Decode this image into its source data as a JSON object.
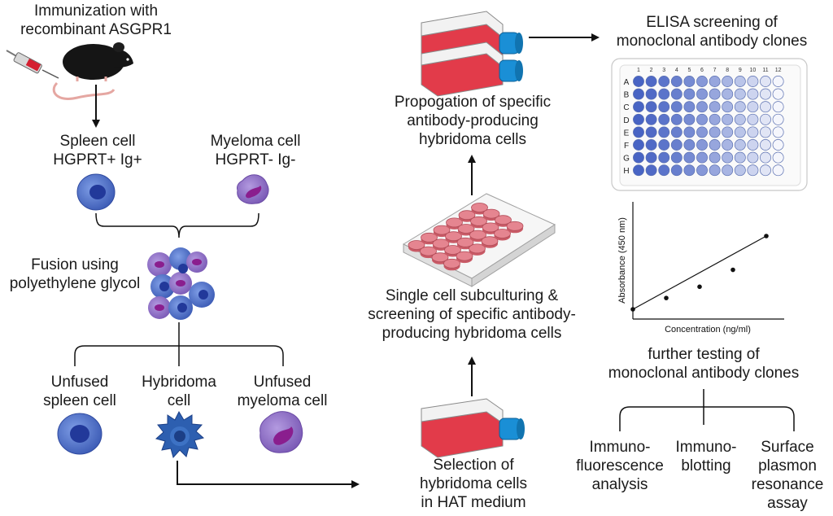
{
  "immunization": {
    "line1": "Immunization with",
    "line2": "recombinant ASGPR1"
  },
  "spleen": {
    "line1": "Spleen cell",
    "line2": "HGPRT+ Ig+"
  },
  "myeloma": {
    "line1": "Myeloma cell",
    "line2": "HGPRT- Ig-"
  },
  "fusion": {
    "line1": "Fusion using",
    "line2": "polyethylene glycol"
  },
  "outcomes": {
    "unfused_spleen": {
      "line1": "Unfused",
      "line2": "spleen cell"
    },
    "hybridoma": {
      "line1": "Hybridoma",
      "line2": "cell"
    },
    "unfused_myeloma": {
      "line1": "Unfused",
      "line2": "myeloma cell"
    }
  },
  "selection": {
    "line1": "Selection of",
    "line2": "hybridoma cells",
    "line3": "in HAT medium"
  },
  "subculturing": {
    "line1": "Single cell subculturing &",
    "line2": "screening of specific antibody-",
    "line3": "producing hybridoma cells"
  },
  "propagation": {
    "line1": "Propogation of specific",
    "line2": "antibody-producing",
    "line3": "hybridoma cells"
  },
  "elisa": {
    "line1": "ELISA screening of",
    "line2": "monoclonal antibody clones"
  },
  "plate": {
    "columns": [
      "1",
      "2",
      "3",
      "4",
      "5",
      "6",
      "7",
      "8",
      "9",
      "10",
      "11",
      "12"
    ],
    "rows": [
      "A",
      "B",
      "C",
      "D",
      "E",
      "F",
      "G",
      "H"
    ]
  },
  "chart_data": {
    "type": "scatter",
    "title": "",
    "xlabel": "Concentration (ng/ml)",
    "ylabel": "Absorbance (450 nm)",
    "x": [
      0,
      1,
      2,
      3,
      4
    ],
    "y": [
      0.0,
      0.6,
      1.2,
      2.1,
      3.9
    ],
    "trendline": true,
    "grid": false
  },
  "further": {
    "line1": "further testing of",
    "line2": "monoclonal antibody clones"
  },
  "tests": {
    "immunofluorescence": {
      "line1": "Immuno-",
      "line2": "fluorescence",
      "line3": "analysis"
    },
    "immunoblotting": {
      "line1": "Immuno-",
      "line2": "blotting"
    },
    "spr": {
      "line1": "Surface",
      "line2": "plasmon",
      "line3": "resonance",
      "line4": "assay"
    }
  },
  "colors": {
    "cell_blue": "#4a6fc7",
    "nucleus_blue": "#22399a",
    "myeloma_purple": "#8d6cc4",
    "myeloma_nucleus": "#8a1e8e",
    "flask_red": "#e23b4a",
    "cap_blue": "#1a8fd6",
    "well_pink": "#e58590"
  }
}
